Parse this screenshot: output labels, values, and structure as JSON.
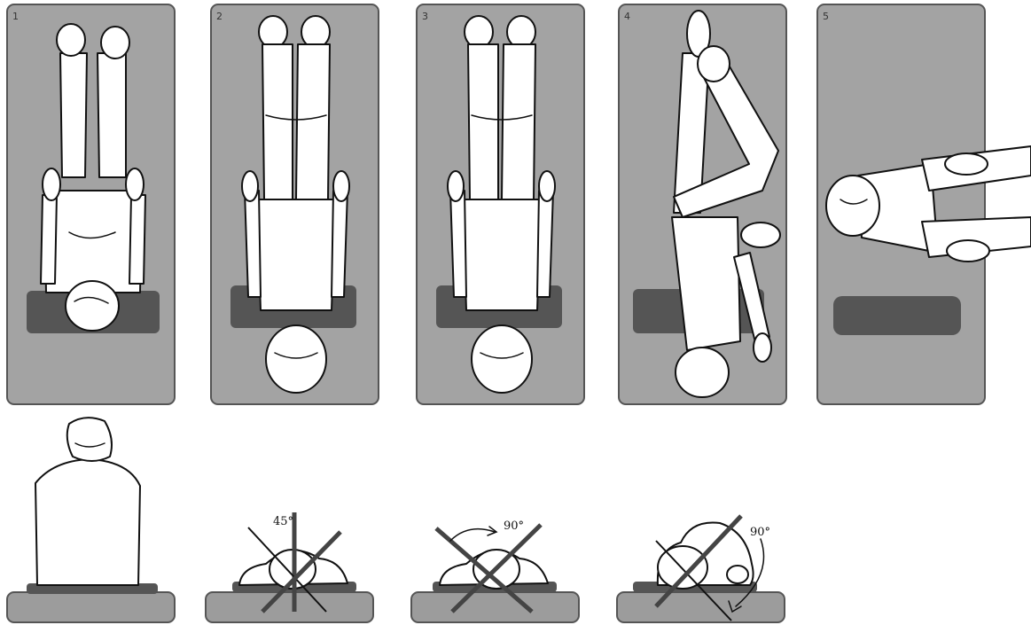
{
  "colors": {
    "mat": "#a3a3a3",
    "pillow": "#555555",
    "platform": "#9c9c9c",
    "line": "#111111"
  },
  "panels": [
    {
      "number": "1",
      "pose": "supine-head-toward-pillow"
    },
    {
      "number": "2",
      "pose": "supine-head-toward-bottom"
    },
    {
      "number": "3",
      "pose": "supine-head-toward-bottom"
    },
    {
      "number": "4",
      "pose": "rolled-leg-crossed"
    },
    {
      "number": "5",
      "pose": "sitting-up-hands-on-knees"
    }
  ],
  "side_views": [
    {
      "angle_label": "",
      "pose": "seated-back-view"
    },
    {
      "angle_label": "45°",
      "pose": "lying-side-view"
    },
    {
      "angle_label": "90°",
      "pose": "lying-side-view"
    },
    {
      "angle_label": "90°",
      "pose": "rolled-side-view"
    }
  ]
}
